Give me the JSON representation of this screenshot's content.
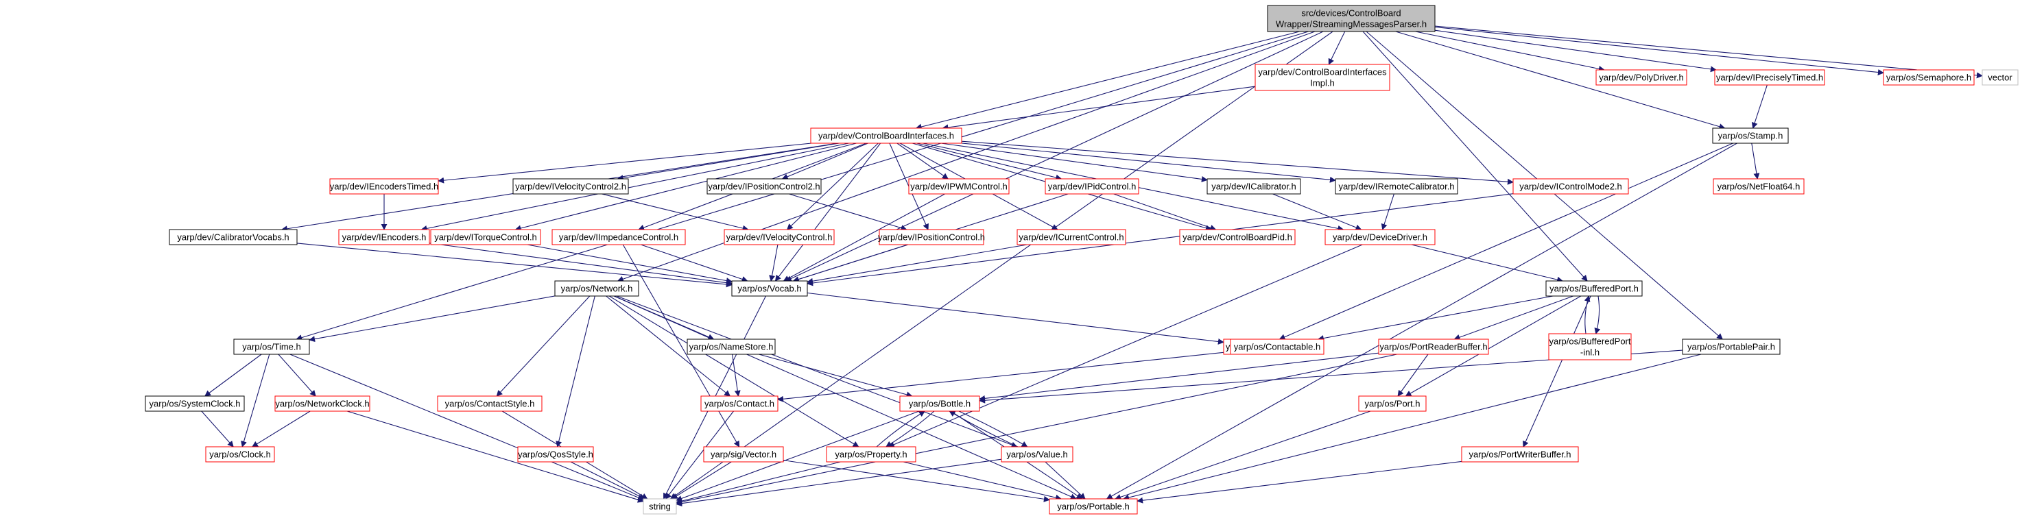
{
  "nodes": [
    {
      "id": "root",
      "lines": [
        "src/devices/ControlBoard",
        "Wrapper/StreamingMessagesParser.h"
      ],
      "style": "root"
    },
    {
      "id": "cbiimpl",
      "lines": [
        "yarp/dev/ControlBoardInterfaces",
        "Impl.h"
      ],
      "style": "red"
    },
    {
      "id": "polydriver",
      "lines": [
        "yarp/dev/PolyDriver.h"
      ],
      "style": "red"
    },
    {
      "id": "ipreciselytimed",
      "lines": [
        "yarp/dev/IPreciselyTimed.h"
      ],
      "style": "red"
    },
    {
      "id": "semaphore",
      "lines": [
        "yarp/os/Semaphore.h"
      ],
      "style": "red"
    },
    {
      "id": "vector",
      "lines": [
        "vector"
      ],
      "style": "gray"
    },
    {
      "id": "cbi",
      "lines": [
        "yarp/dev/ControlBoardInterfaces.h"
      ],
      "style": "red"
    },
    {
      "id": "stamp",
      "lines": [
        "yarp/os/Stamp.h"
      ],
      "style": "black"
    },
    {
      "id": "iencoderstimed",
      "lines": [
        "yarp/dev/IEncodersTimed.h"
      ],
      "style": "red"
    },
    {
      "id": "ivelocitycontrol2",
      "lines": [
        "yarp/dev/IVelocityControl2.h"
      ],
      "style": "black"
    },
    {
      "id": "ipositioncontrol2",
      "lines": [
        "yarp/dev/IPositionControl2.h"
      ],
      "style": "black"
    },
    {
      "id": "ipwmcontrol",
      "lines": [
        "yarp/dev/IPWMControl.h"
      ],
      "style": "red"
    },
    {
      "id": "ipidcontrol",
      "lines": [
        "yarp/dev/IPidControl.h"
      ],
      "style": "red"
    },
    {
      "id": "icalibrator",
      "lines": [
        "yarp/dev/ICalibrator.h"
      ],
      "style": "black"
    },
    {
      "id": "iremotecalibrator",
      "lines": [
        "yarp/dev/IRemoteCalibrator.h"
      ],
      "style": "black"
    },
    {
      "id": "icontrolmode2",
      "lines": [
        "yarp/dev/IControlMode2.h"
      ],
      "style": "red"
    },
    {
      "id": "netfloat64",
      "lines": [
        "yarp/os/NetFloat64.h"
      ],
      "style": "red"
    },
    {
      "id": "calibratorvocabs",
      "lines": [
        "yarp/dev/CalibratorVocabs.h"
      ],
      "style": "black"
    },
    {
      "id": "iencoders",
      "lines": [
        "yarp/dev/IEncoders.h"
      ],
      "style": "red"
    },
    {
      "id": "itorquecontrol",
      "lines": [
        "yarp/dev/ITorqueControl.h"
      ],
      "style": "red"
    },
    {
      "id": "iimpedancecontrol",
      "lines": [
        "yarp/dev/IImpedanceControl.h"
      ],
      "style": "red"
    },
    {
      "id": "ivelocitycontrol",
      "lines": [
        "yarp/dev/IVelocityControl.h"
      ],
      "style": "red"
    },
    {
      "id": "ipositioncontrol",
      "lines": [
        "yarp/dev/IPositionControl.h"
      ],
      "style": "red"
    },
    {
      "id": "icurrentcontrol",
      "lines": [
        "yarp/dev/ICurrentControl.h"
      ],
      "style": "red"
    },
    {
      "id": "controlboardpid",
      "lines": [
        "yarp/dev/ControlBoardPid.h"
      ],
      "style": "red"
    },
    {
      "id": "devicedriver",
      "lines": [
        "yarp/dev/DeviceDriver.h"
      ],
      "style": "red"
    },
    {
      "id": "vocab",
      "lines": [
        "yarp/os/Vocab.h"
      ],
      "style": "black"
    },
    {
      "id": "network",
      "lines": [
        "yarp/os/Network.h"
      ],
      "style": "black"
    },
    {
      "id": "bufferedport",
      "lines": [
        "yarp/os/BufferedPort.h"
      ],
      "style": "black"
    },
    {
      "id": "netint32",
      "lines": [
        "yarp/os/NetInt32.h"
      ],
      "style": "red"
    },
    {
      "id": "contactable",
      "lines": [
        "yarp/os/Contactable.h"
      ],
      "style": "red"
    },
    {
      "id": "portreaderbuffer",
      "lines": [
        "yarp/os/PortReaderBuffer.h"
      ],
      "style": "red"
    },
    {
      "id": "bufferedportinl",
      "lines": [
        "yarp/os/BufferedPort",
        "-inl.h"
      ],
      "style": "red"
    },
    {
      "id": "portablepair",
      "lines": [
        "yarp/os/PortablePair.h"
      ],
      "style": "black"
    },
    {
      "id": "time",
      "lines": [
        "yarp/os/Time.h"
      ],
      "style": "black"
    },
    {
      "id": "namestore",
      "lines": [
        "yarp/os/NameStore.h"
      ],
      "style": "black"
    },
    {
      "id": "systemclock",
      "lines": [
        "yarp/os/SystemClock.h"
      ],
      "style": "black"
    },
    {
      "id": "networkclock",
      "lines": [
        "yarp/os/NetworkClock.h"
      ],
      "style": "red"
    },
    {
      "id": "contactstyle",
      "lines": [
        "yarp/os/ContactStyle.h"
      ],
      "style": "red"
    },
    {
      "id": "contact",
      "lines": [
        "yarp/os/Contact.h"
      ],
      "style": "red"
    },
    {
      "id": "bottle",
      "lines": [
        "yarp/os/Bottle.h"
      ],
      "style": "red"
    },
    {
      "id": "port",
      "lines": [
        "yarp/os/Port.h"
      ],
      "style": "red"
    },
    {
      "id": "clock",
      "lines": [
        "yarp/os/Clock.h"
      ],
      "style": "red"
    },
    {
      "id": "qosstyle",
      "lines": [
        "yarp/os/QosStyle.h"
      ],
      "style": "red"
    },
    {
      "id": "sigvector",
      "lines": [
        "yarp/sig/Vector.h"
      ],
      "style": "red"
    },
    {
      "id": "property",
      "lines": [
        "yarp/os/Property.h"
      ],
      "style": "red"
    },
    {
      "id": "value",
      "lines": [
        "yarp/os/Value.h"
      ],
      "style": "red"
    },
    {
      "id": "portwriterbuffer",
      "lines": [
        "yarp/os/PortWriterBuffer.h"
      ],
      "style": "red"
    },
    {
      "id": "string",
      "lines": [
        "string"
      ],
      "style": "gray"
    },
    {
      "id": "portable",
      "lines": [
        "yarp/os/Portable.h"
      ],
      "style": "red"
    }
  ],
  "edges": [
    [
      "root",
      "cbiimpl"
    ],
    [
      "root",
      "polydriver"
    ],
    [
      "root",
      "ipreciselytimed"
    ],
    [
      "root",
      "semaphore"
    ],
    [
      "root",
      "vector"
    ],
    [
      "root",
      "cbi"
    ],
    [
      "root",
      "stamp"
    ],
    [
      "root",
      "bufferedport"
    ],
    [
      "root",
      "portablepair"
    ],
    [
      "root",
      "vocab"
    ],
    [
      "root",
      "network"
    ],
    [
      "root",
      "time"
    ],
    [
      "root",
      "string"
    ],
    [
      "cbiimpl",
      "cbi"
    ],
    [
      "ipreciselytimed",
      "stamp"
    ],
    [
      "stamp",
      "netfloat64"
    ],
    [
      "stamp",
      "netint32"
    ],
    [
      "stamp",
      "portable"
    ],
    [
      "cbi",
      "iencoderstimed"
    ],
    [
      "cbi",
      "ivelocitycontrol2"
    ],
    [
      "cbi",
      "ipositioncontrol2"
    ],
    [
      "cbi",
      "ipwmcontrol"
    ],
    [
      "cbi",
      "ipidcontrol"
    ],
    [
      "cbi",
      "icalibrator"
    ],
    [
      "cbi",
      "iremotecalibrator"
    ],
    [
      "cbi",
      "icontrolmode2"
    ],
    [
      "cbi",
      "calibratorvocabs"
    ],
    [
      "cbi",
      "iencoders"
    ],
    [
      "cbi",
      "itorquecontrol"
    ],
    [
      "cbi",
      "iimpedancecontrol"
    ],
    [
      "cbi",
      "ivelocitycontrol"
    ],
    [
      "cbi",
      "ipositioncontrol"
    ],
    [
      "cbi",
      "icurrentcontrol"
    ],
    [
      "cbi",
      "controlboardpid"
    ],
    [
      "cbi",
      "devicedriver"
    ],
    [
      "cbi",
      "vocab"
    ],
    [
      "iencoderstimed",
      "iencoders"
    ],
    [
      "ivelocitycontrol2",
      "ivelocitycontrol"
    ],
    [
      "ipositioncontrol2",
      "ipositioncontrol"
    ],
    [
      "ipwmcontrol",
      "vocab"
    ],
    [
      "ipidcontrol",
      "controlboardpid"
    ],
    [
      "ipidcontrol",
      "vocab"
    ],
    [
      "icalibrator",
      "devicedriver"
    ],
    [
      "iremotecalibrator",
      "devicedriver"
    ],
    [
      "icontrolmode2",
      "vocab"
    ],
    [
      "calibratorvocabs",
      "vocab"
    ],
    [
      "iencoders",
      "vocab"
    ],
    [
      "itorquecontrol",
      "vocab"
    ],
    [
      "iimpedancecontrol",
      "vocab"
    ],
    [
      "ivelocitycontrol",
      "vocab"
    ],
    [
      "ipositioncontrol",
      "vocab"
    ],
    [
      "icurrentcontrol",
      "vocab"
    ],
    [
      "iimpedancecontrol",
      "sigvector"
    ],
    [
      "devicedriver",
      "bufferedport"
    ],
    [
      "devicedriver",
      "property"
    ],
    [
      "vocab",
      "netint32"
    ],
    [
      "vocab",
      "string"
    ],
    [
      "bufferedport",
      "contactable"
    ],
    [
      "bufferedport",
      "portreaderbuffer"
    ],
    [
      "bufferedport",
      "bufferedportinl"
    ],
    [
      "bufferedport",
      "port"
    ],
    [
      "bufferedport",
      "portwriterbuffer"
    ],
    [
      "bufferedportinl",
      "bufferedport"
    ],
    [
      "contactable",
      "contact"
    ],
    [
      "portreaderbuffer",
      "bottle"
    ],
    [
      "portreaderbuffer",
      "port"
    ],
    [
      "portreaderbuffer",
      "string"
    ],
    [
      "portablepair",
      "bottle"
    ],
    [
      "portablepair",
      "portable"
    ],
    [
      "network",
      "time"
    ],
    [
      "network",
      "namestore"
    ],
    [
      "network",
      "contact"
    ],
    [
      "network",
      "contactstyle"
    ],
    [
      "network",
      "qosstyle"
    ],
    [
      "network",
      "property"
    ],
    [
      "network",
      "value"
    ],
    [
      "network",
      "portable"
    ],
    [
      "namestore",
      "contact"
    ],
    [
      "namestore",
      "bottle"
    ],
    [
      "time",
      "systemclock"
    ],
    [
      "time",
      "networkclock"
    ],
    [
      "time",
      "clock"
    ],
    [
      "time",
      "string"
    ],
    [
      "systemclock",
      "clock"
    ],
    [
      "networkclock",
      "clock"
    ],
    [
      "networkclock",
      "string"
    ],
    [
      "contactstyle",
      "string"
    ],
    [
      "contact",
      "string"
    ],
    [
      "qosstyle",
      "string"
    ],
    [
      "bottle",
      "property"
    ],
    [
      "bottle",
      "value"
    ],
    [
      "bottle",
      "string"
    ],
    [
      "bottle",
      "portable"
    ],
    [
      "property",
      "bottle"
    ],
    [
      "property",
      "string"
    ],
    [
      "property",
      "portable"
    ],
    [
      "value",
      "bottle"
    ],
    [
      "value",
      "string"
    ],
    [
      "value",
      "portable"
    ],
    [
      "sigvector",
      "string"
    ],
    [
      "sigvector",
      "portable"
    ],
    [
      "port",
      "portable"
    ],
    [
      "portwriterbuffer",
      "portable"
    ]
  ],
  "colors": {
    "edge": "#191970",
    "red_border": "#ff0000",
    "black_border": "#000000",
    "gray_border": "#bfbfbf",
    "root_fill": "#bfbfbf"
  }
}
